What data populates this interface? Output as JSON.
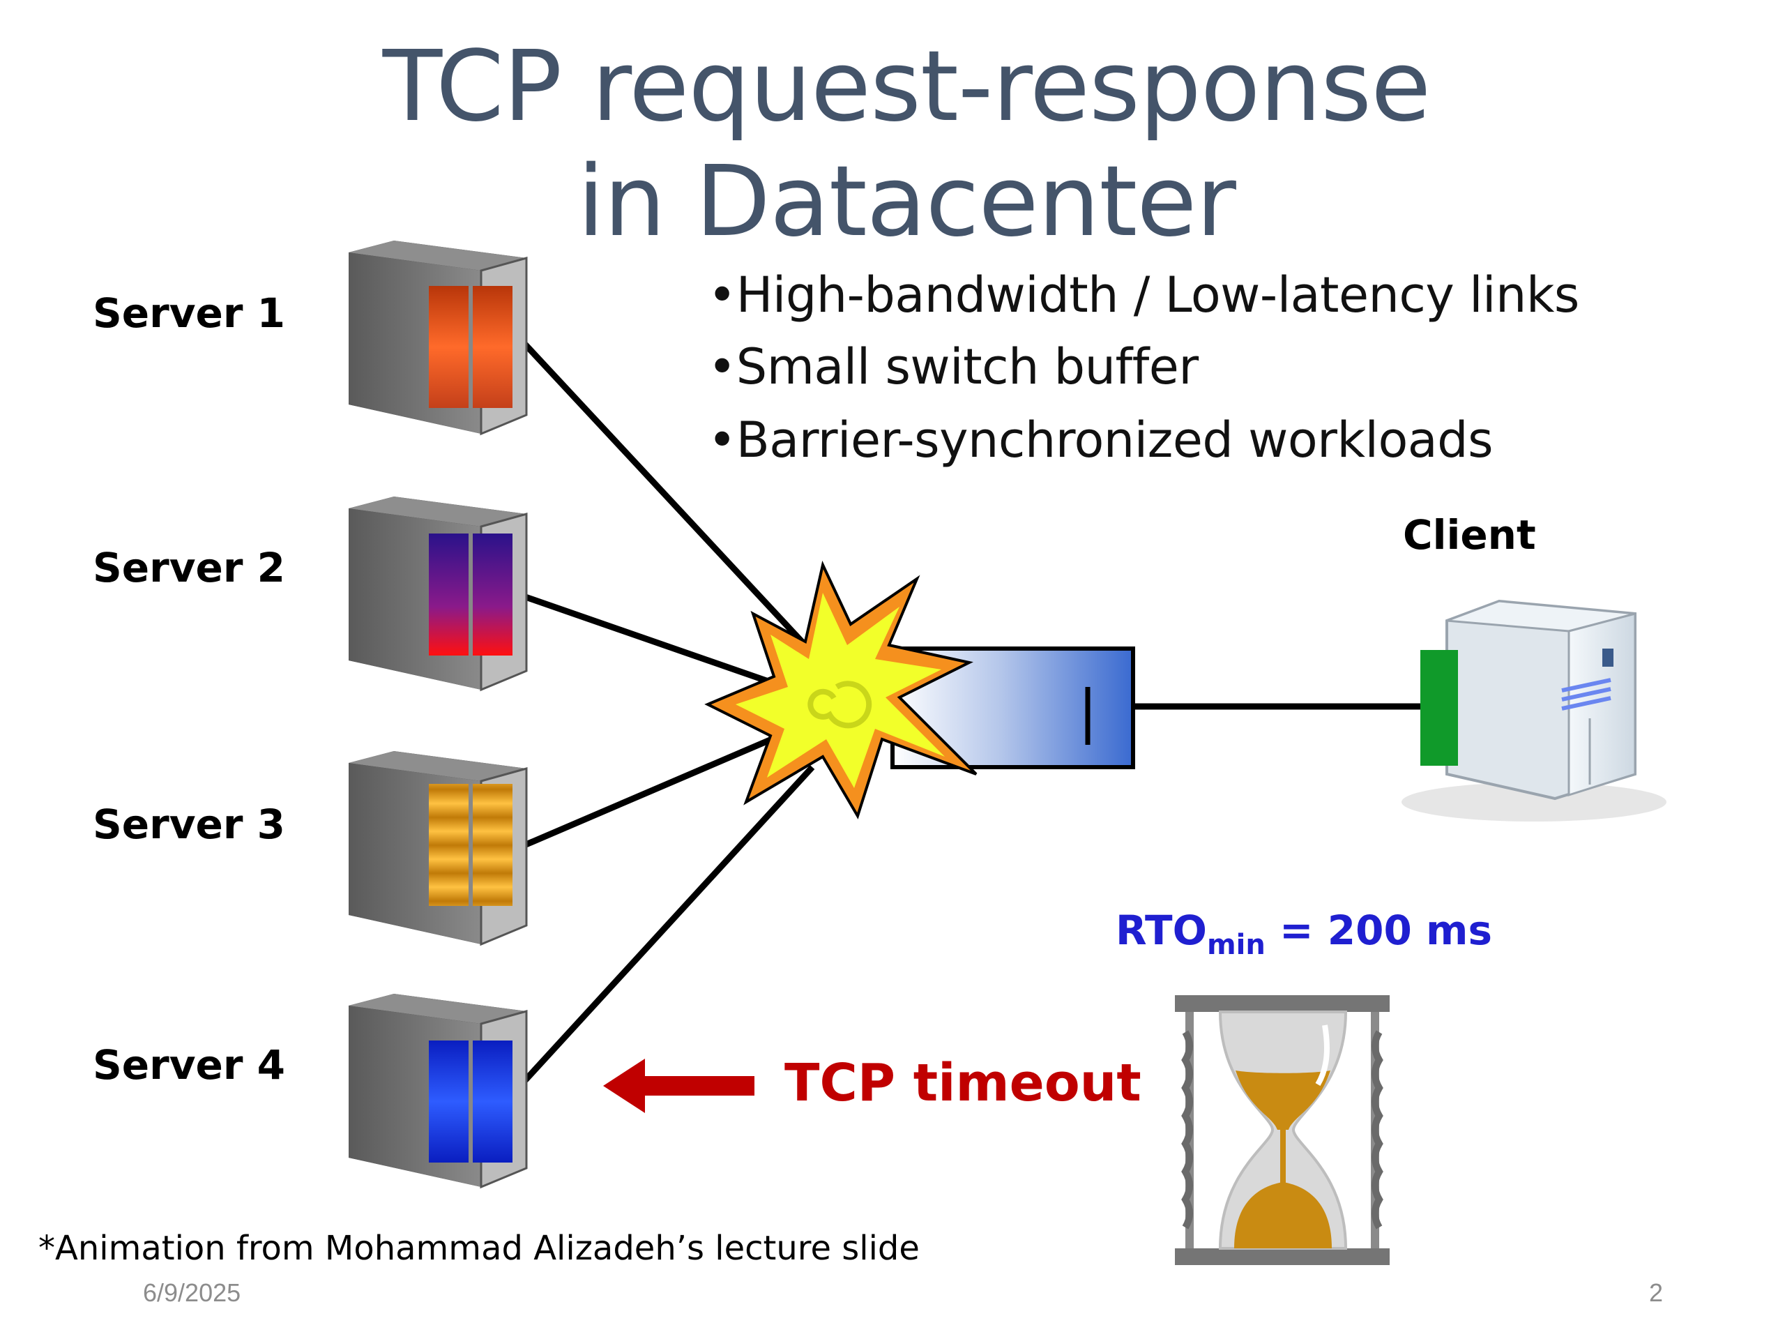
{
  "title": {
    "line1": "TCP request-response",
    "line2": "in Datacenter"
  },
  "bullets": [
    "•High-bandwidth / Low-latency links",
    "•Small switch buffer",
    "•Barrier-synchronized workloads"
  ],
  "servers": [
    {
      "label": "Server 1"
    },
    {
      "label": "Server 2"
    },
    {
      "label": "Server 3"
    },
    {
      "label": "Server 4"
    }
  ],
  "client": {
    "label": "Client"
  },
  "rto": {
    "base": "RTO",
    "sub": "min",
    "rest": " = 200 ms"
  },
  "timeout": {
    "label": "TCP timeout"
  },
  "footnote": "*Animation from Mohammad Alizadeh’s lecture slide",
  "footer": {
    "date": "6/9/2025",
    "page": "2"
  },
  "colors": {
    "title": "#44546a",
    "timeout": "#c00000",
    "rto": "#1f1fd0",
    "server1_panel": "#e8531c",
    "server2_panel": "#7a1a9a",
    "server3_panel": "#e39a12",
    "server4_panel": "#1030e0",
    "client_port": "#109a2a",
    "sand": "#c98b12"
  },
  "icons": [
    "server-icon",
    "client-computer-icon",
    "switch-icon",
    "explosion-icon",
    "hourglass-icon",
    "left-arrow-icon"
  ]
}
